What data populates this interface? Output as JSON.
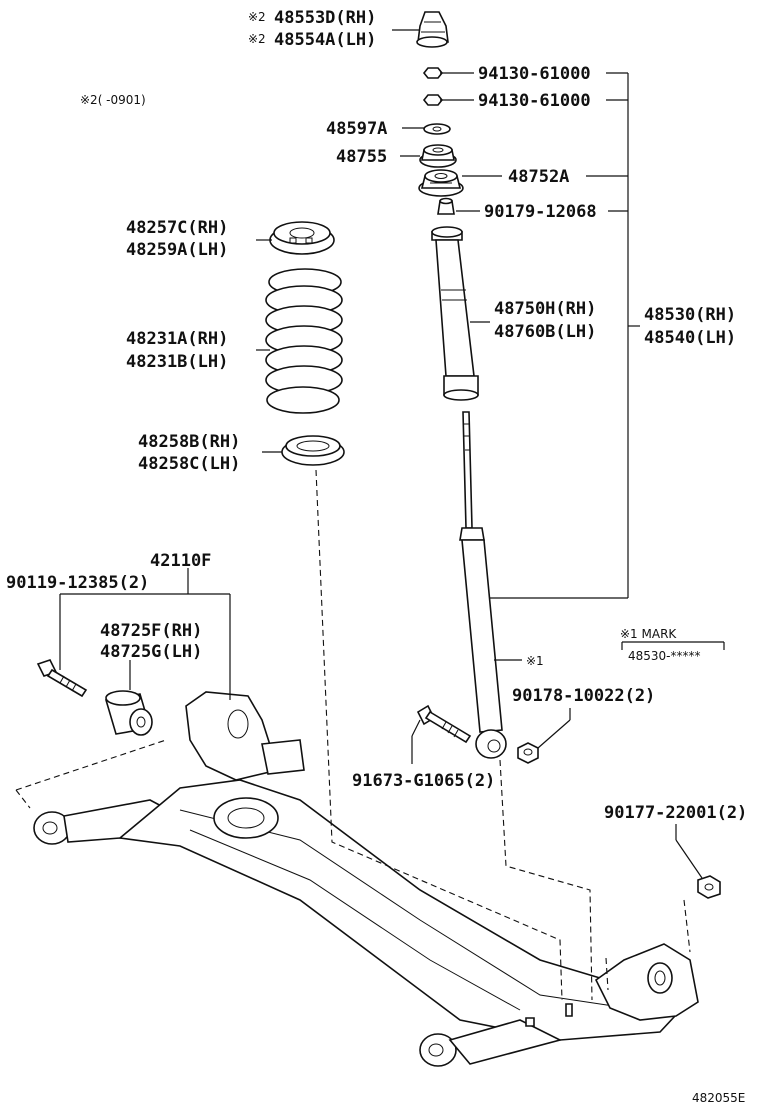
{
  "labels": {
    "bump_stopper_rh": "48553D(RH)",
    "bump_stopper_lh": "48554A(LH)",
    "mark2_a": "※2",
    "mark2_b": "※2",
    "nut_1": "94130-61000",
    "nut_2": "94130-61000",
    "note_mark2": "※2(    -0901)",
    "washer": "48597A",
    "cushion": "48755",
    "support": "48752A",
    "collar": "90179-12068",
    "insulator_upper_rh": "48257C(RH)",
    "insulator_upper_lh": "48259A(LH)",
    "boot_rh": "48750H(RH)",
    "boot_lh": "48760B(LH)",
    "absorber_rh": "48530(RH)",
    "absorber_lh": "48540(LH)",
    "spring_rh": "48231A(RH)",
    "spring_lh": "48231B(LH)",
    "insulator_lower_rh": "48258B(RH)",
    "insulator_lower_lh": "48258C(LH)",
    "axle_beam": "42110F",
    "bolt_front": "90119-12385(2)",
    "bushing_rh": "48725F(RH)",
    "bushing_lh": "48725G(LH)",
    "mark1_title": "※1 MARK",
    "mark1_value": "48530-*****",
    "mark1_ref": "※1",
    "nut_lower": "90178-10022(2)",
    "bolt_lower": "91673-G1065(2)",
    "nut_axle": "90177-22001(2)",
    "diagram_id": "482055E"
  }
}
